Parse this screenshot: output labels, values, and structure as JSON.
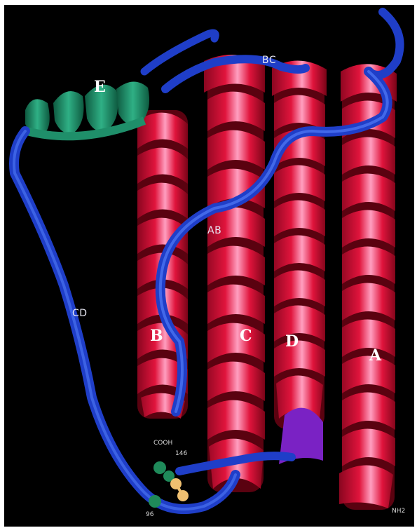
{
  "colors": {
    "background": "#000000",
    "helix": "#e0143c",
    "helix_highlight": "#ff9fc0",
    "loop": "#1f3ec8",
    "loop_highlight": "#5a86ff",
    "helix_e": "#1f8f6a",
    "terminal_segment": "#7a22c4",
    "residue_green": "#1f8a5a",
    "residue_yellow": "#f0c070"
  },
  "labels": {
    "helix_a": "A",
    "helix_b": "B",
    "helix_c": "C",
    "helix_d": "D",
    "helix_e": "E",
    "loop_ab": "AB",
    "loop_bc": "BC",
    "loop_cd": "CD",
    "c_terminus": "COOH",
    "n_terminus": "NH2",
    "residue_upper": "146",
    "residue_lower": "96"
  }
}
